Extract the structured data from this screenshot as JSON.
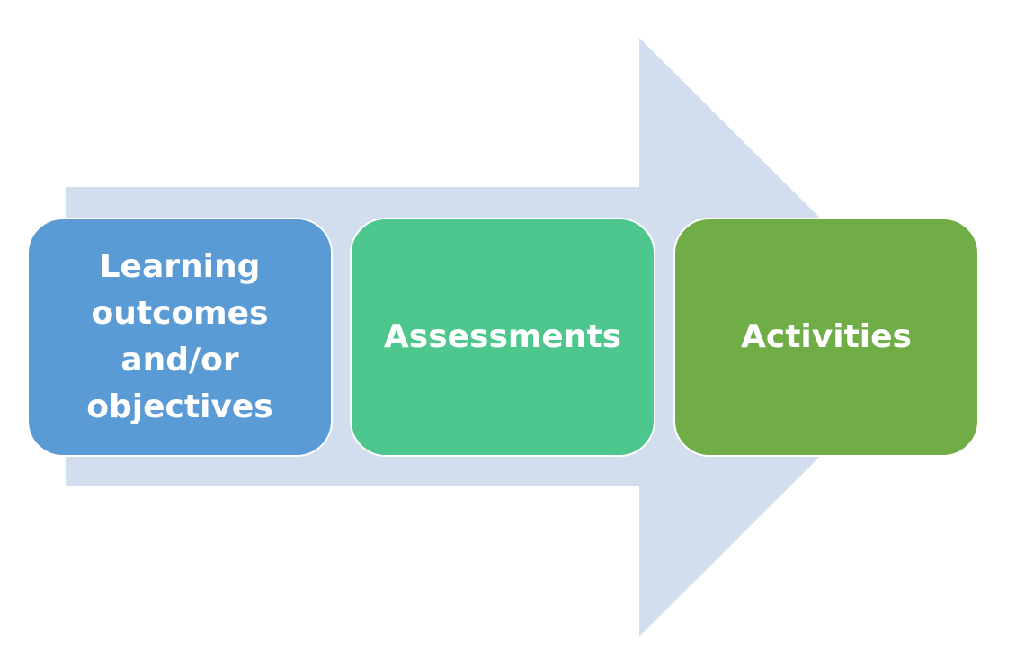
{
  "colors": {
    "background": "#ffffff",
    "arrow": "#d2deed",
    "text": "#ffffff"
  },
  "steps": [
    {
      "label": "Learning outcomes and/or objectives",
      "color": "#5b9bd5"
    },
    {
      "label": "Assessments",
      "color": "#4ec78f"
    },
    {
      "label": "Activities",
      "color": "#70ad47"
    }
  ]
}
